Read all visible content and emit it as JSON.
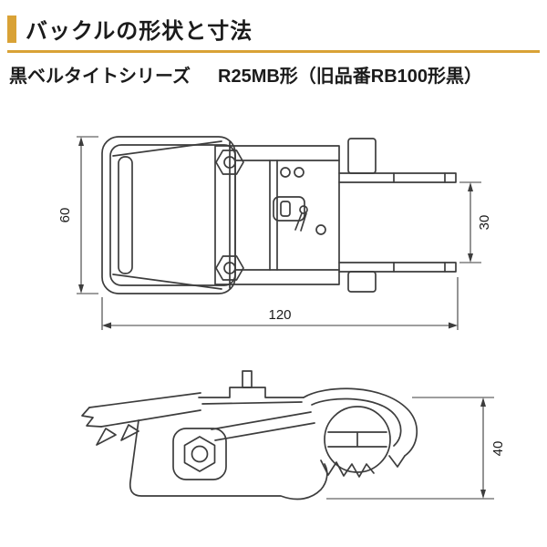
{
  "header": {
    "title": "バックルの形状と寸法"
  },
  "subtitle": {
    "series": "黒ベルタイトシリーズ",
    "model": "R25MB形（旧品番RB100形黒）"
  },
  "colors": {
    "accent": "#D9A236",
    "line": "#3d3d3d",
    "text": "#1b1b1b"
  },
  "top_view": {
    "dim_height": "60",
    "dim_shaft_gap": "30",
    "dim_length": "120"
  },
  "side_view": {
    "dim_height": "40"
  }
}
